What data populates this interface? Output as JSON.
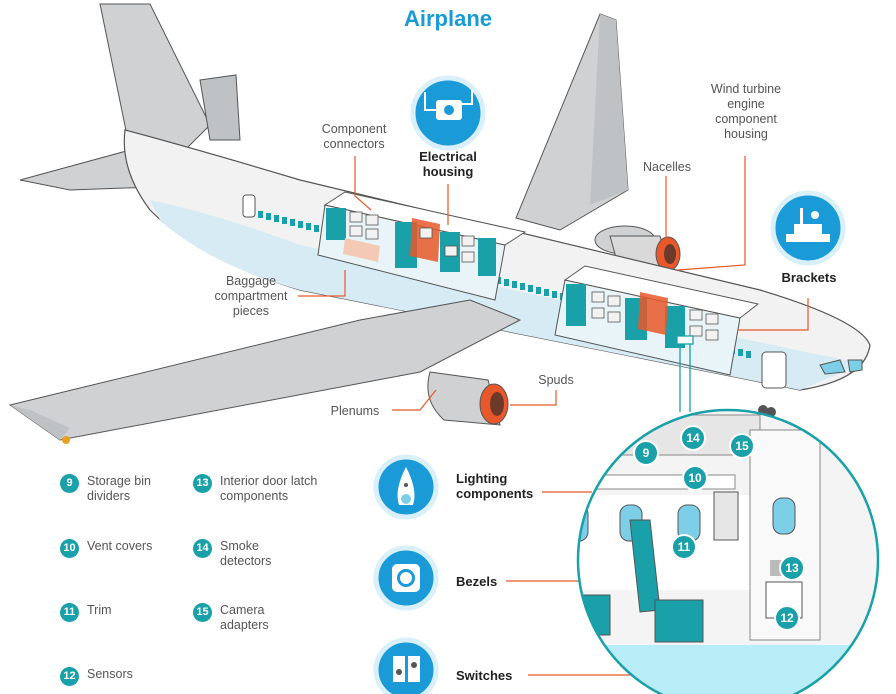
{
  "title": "Airplane",
  "labels": {
    "component_connectors": "Component\nconnectors",
    "electrical_housing": "Electrical\nhousing",
    "nacelles": "Nacelles",
    "wind_turbine": "Wind turbine\nengine\ncomponent\nhousing",
    "brackets": "Brackets",
    "baggage": "Baggage\ncompartment\npieces",
    "spuds": "Spuds",
    "plenums": "Plenums",
    "lighting_components": "Lighting\ncomponents",
    "bezels": "Bezels",
    "switches": "Switches"
  },
  "legend": [
    {
      "num": "9",
      "text": "Storage bin\ndividers"
    },
    {
      "num": "10",
      "text": "Vent covers"
    },
    {
      "num": "11",
      "text": "Trim"
    },
    {
      "num": "12",
      "text": "Sensors"
    },
    {
      "num": "13",
      "text": "Interior door latch\ncomponents"
    },
    {
      "num": "14",
      "text": "Smoke\ndetectors"
    },
    {
      "num": "15",
      "text": "Camera\nadapters"
    }
  ],
  "inset_numbers": {
    "n9": "9",
    "n10": "10",
    "n11": "11",
    "n12": "12",
    "n13": "13",
    "n14": "14",
    "n15": "15"
  },
  "colors": {
    "accent_blue": "#1a9ad6",
    "teal": "#1aa0a8",
    "engine_orange": "#e8582a",
    "leader_line": "#e8582a",
    "fuselage": "#f2f2f2",
    "wing_gray": "#cfd1d3"
  }
}
